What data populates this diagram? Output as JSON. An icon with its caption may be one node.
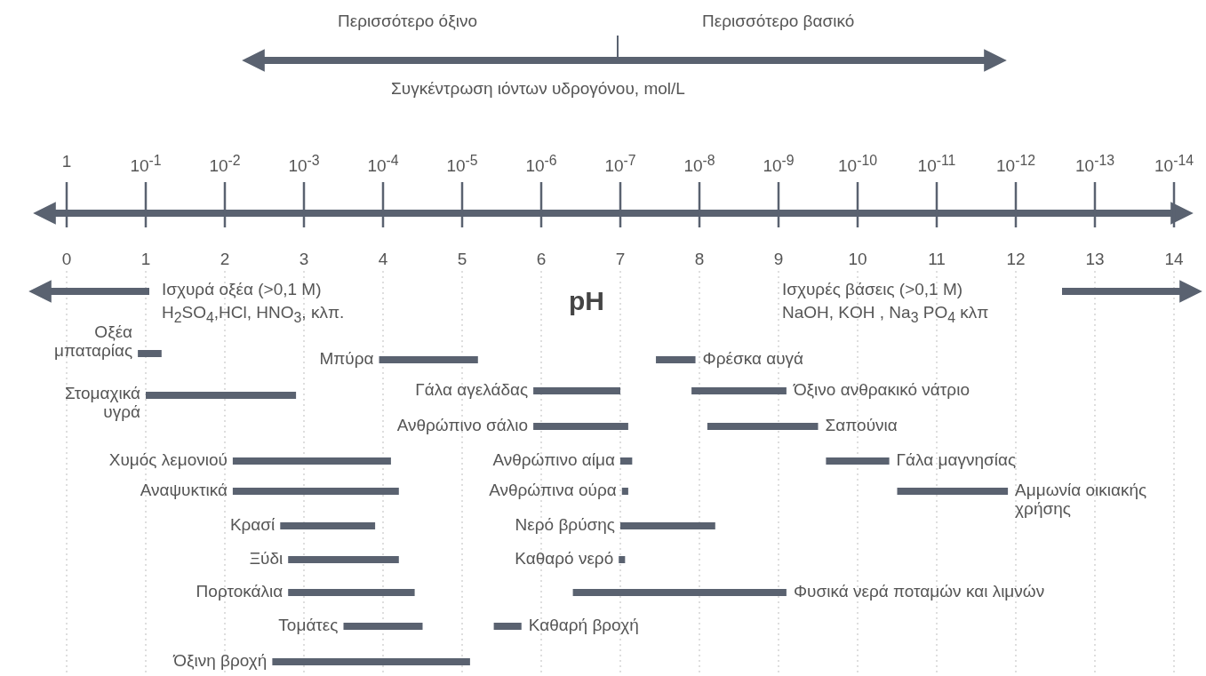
{
  "diagram": {
    "labels": [
      "Περισσότερο όξινο",
      "Περισσότερο βασικό",
      "Συγκέντρωση ιόντων υδρογόνου, mol/L",
      "1",
      "10$^{-1}$",
      "10$^{-2}$",
      "10$^{-3}$",
      "10$^{-4}$",
      "10$^{-5}$",
      "10$^{-6}$",
      "10$^{-7}$",
      "10$^{-8}$",
      "10$^{-9}$",
      "10$^{-10}$",
      "10$^{-11}$",
      "10$^{-12}$",
      "10$^{-13}$",
      "10$^{-14}$",
      "0",
      "1",
      "2",
      "3",
      "4",
      "5",
      "6",
      "7",
      "8",
      "9",
      "10",
      "11",
      "12",
      "13",
      "14",
      "Ισχυρά οξέα (>0,1 M)",
      "H$_{2}$SO$_{4}$,HCl, HNO$_{3}$, κλπ.",
      "pH",
      "Ισχυρές βάσεις (>0,1 M)",
      "NaOH, KOH , Na$_{3}$ PO$_{4}$ κλπ",
      "Οξέα μπαταρίας",
      "Μπύρα",
      "Φρέσκα αυγά",
      "Στομαχικά υγρά",
      "Γάλα αγελάδας",
      "Όξινο ανθρακικό νάτριο",
      "Ανθρώπινο σάλιο",
      "Σαπούνια",
      "Χυμός λεμονιού",
      "Ανθρώπινο αίμα",
      "Γάλα μαγνησίας",
      "Αναψυκτικά",
      "Ανθρώπινα ούρα",
      "Αμμωνία οικιακής χρήσης",
      "Κρασί",
      "Νερό βρύσης",
      "Ξύδι",
      "Καθαρό νερό",
      "Πορτοκάλια",
      "Φυσικά νερά ποταμών και λιμνών",
      "Τομάτες",
      "Καθαρή βροχή",
      "Όξινη βροχή"
    ]
  }
}
